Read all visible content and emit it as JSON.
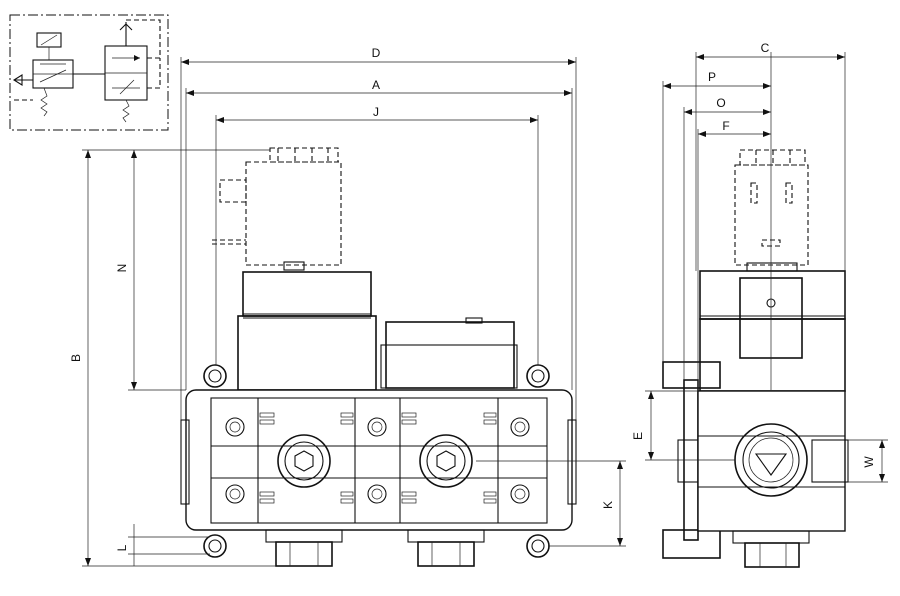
{
  "dimensions": {
    "front": {
      "D": "D",
      "A": "A",
      "J": "J",
      "B": "B",
      "N": "N",
      "K": "K",
      "L": "L"
    },
    "side": {
      "C": "C",
      "P": "P",
      "O": "O",
      "F": "F",
      "E": "E",
      "W": "W"
    }
  },
  "symbol": {
    "spring_left": "spring-icon",
    "spring_right": "spring-icon",
    "exhaust": "triangle-arrow-icon",
    "solenoid": "solenoid-icon"
  },
  "colors": {
    "line": "#111111",
    "background": "#ffffff"
  }
}
